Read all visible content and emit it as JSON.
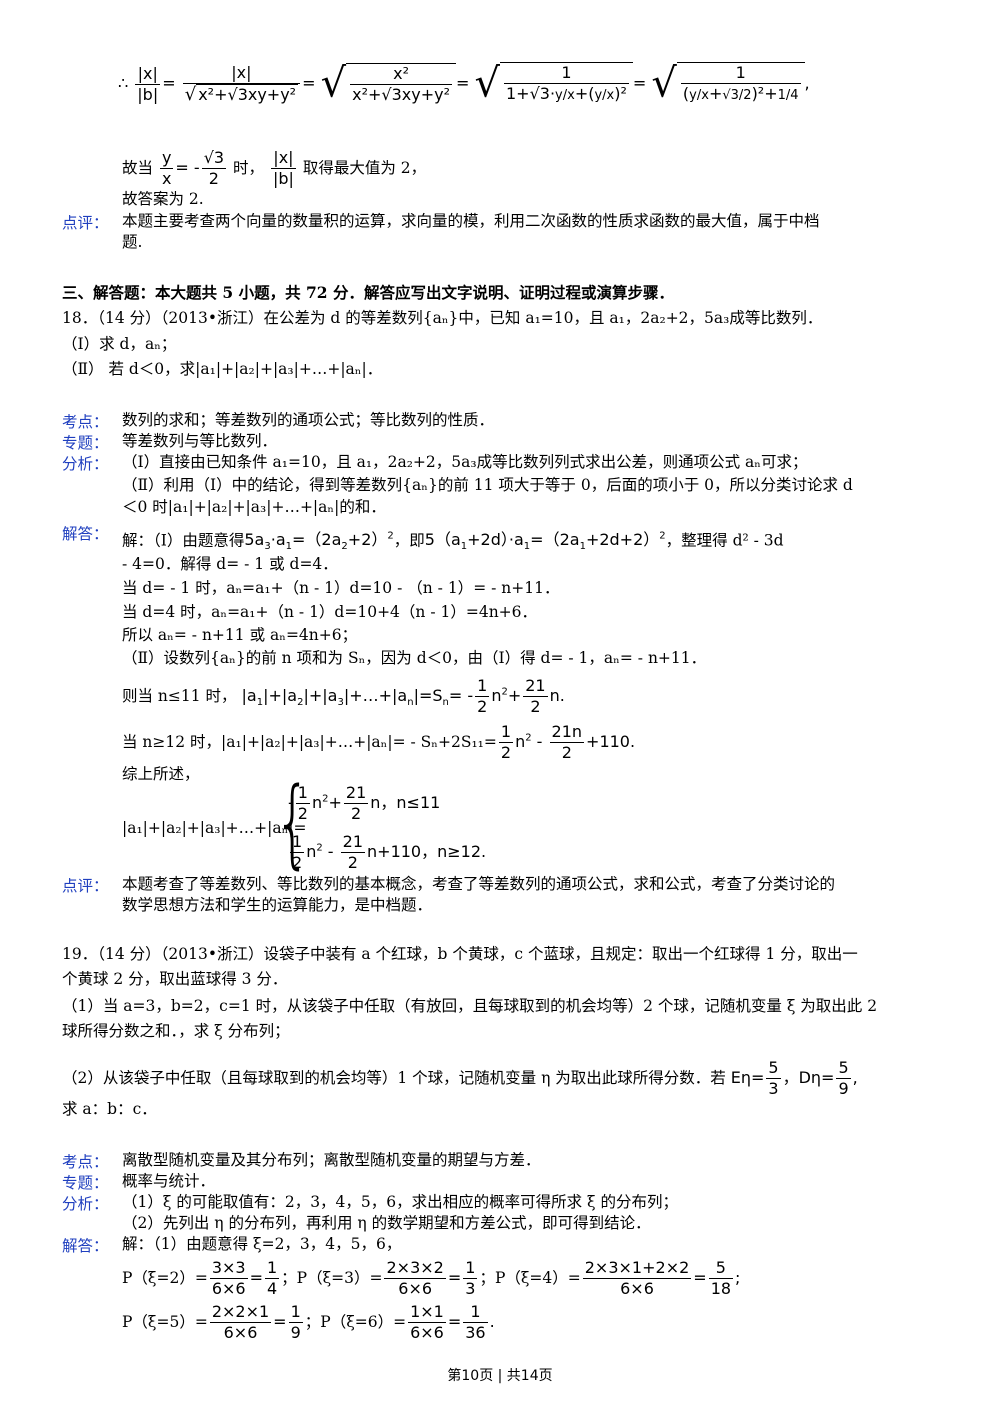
{
  "top": {
    "formula_prefix": "∴",
    "max_line": "故当",
    "max_line_mid": "时，",
    "max_line_end": "取得最大值为 2，",
    "answer_line": "故答案为 2."
  },
  "review17": {
    "label": "点评：",
    "line1": "本题主要考查两个向量的数量积的运算，求向量的模，利用二次函数的性质求函数的最大值，属于中档",
    "line2": "题."
  },
  "section3": "三、解答题：本大题共 5 小题，共 72 分．解答应写出文字说明、证明过程或演算步骤．",
  "q18": {
    "stem": "18．（14 分）（2013•浙江）在公差为 d 的等差数列{aₙ}中，已知 a₁=10，且 a₁，2a₂+2，5a₃成等比数列．",
    "part1": "（Ⅰ）求 d，aₙ；",
    "part2": "（Ⅱ） 若 d＜0，求|a₁|+|a₂|+|a₃|+…+|aₙ|．",
    "kd_label": "考点：",
    "kd": "数列的求和；等差数列的通项公式；等比数列的性质．",
    "zt_label": "专题：",
    "zt": "等差数列与等比数列．",
    "fx_label": "分析：",
    "fx1": "（Ⅰ）直接由已知条件 a₁=10，且 a₁，2a₂+2，5a₃成等比数列列式求出公差，则通项公式 aₙ可求；",
    "fx2": "（Ⅱ）利用（Ⅰ）中的结论，得到等差数列{aₙ}的前 11 项大于等于 0，后面的项小于 0，所以分类讨论求 d",
    "fx3": "＜0 时|a₁|+|a₂|+|a₃|+…+|aₙ|的和．",
    "jd_label": "解答：",
    "jd1a": "解：（Ⅰ）由题意得",
    "jd1b": "，即",
    "jd1c": "，整理得 d² - 3d",
    "jd2": "- 4=0．解得 d= - 1 或 d=4．",
    "jd3": "当 d= - 1 时，aₙ=a₁+（n - 1）d=10 - （n - 1）= - n+11．",
    "jd4": "当 d=4 时，aₙ=a₁+（n - 1）d=10+4（n - 1）=4n+6．",
    "jd5": "所以 aₙ= - n+11 或 aₙ=4n+6；",
    "jd6": "（Ⅱ）设数列{aₙ}的前 n 项和为 Sₙ，因为 d＜0，由（Ⅰ）得 d= - 1，aₙ= - n+11．",
    "jd7": "则当 n≤11 时，",
    "jd8": "当 n≥12 时，|a₁|+|a₂|+|a₃|+…+|aₙ|= - Sₙ+2S₁₁=",
    "jd9": "综上所述，",
    "jd10": "|a₁|+|a₂|+|a₃|+…+|aₙ|=",
    "case1_cond": "n≤11",
    "case2_cond": "n≥12",
    "py_label": "点评：",
    "py1": "本题考查了等差数列、等比数列的基本概念，考查了等差数列的通项公式，求和公式，考查了分类讨论的",
    "py2": "数学思想方法和学生的运算能力，是中档题．"
  },
  "q19": {
    "stem1": "19．（14 分）（2013•浙江）设袋子中装有 a 个红球，b 个黄球，c 个蓝球，且规定：取出一个红球得 1 分，取出一",
    "stem2": "个黄球 2 分，取出蓝球得 3 分．",
    "part1": "（1）当 a=3，b=2，c=1 时，从该袋子中任取（有放回，且每球取到的机会均等）2 个球，记随机变量 ξ 为取出此 2",
    "part1b": "球所得分数之和．，求 ξ 分布列；",
    "part2": "（2）从该袋子中任取（且每球取到的机会均等）1 个球，记随机变量 η 为取出此球所得分数．若",
    "part2b": "求 a：b：c．",
    "kd_label": "考点：",
    "kd": "离散型随机变量及其分布列；离散型随机变量的期望与方差．",
    "zt_label": "专题：",
    "zt": "概率与统计．",
    "fx_label": "分析：",
    "fx1": "（1）ξ 的可能取值有：2，3，4，5，6，求出相应的概率可得所求 ξ 的分布列；",
    "fx2": "（2）先列出 η 的分布列，再利用 η 的数学期望和方差公式，即可得到结论．",
    "jd_label": "解答：",
    "jd1": "解：（1）由题意得 ξ=2，3，4，5，6，",
    "p2": "P（ξ=2）=",
    "p3": "；P（ξ=3）=",
    "p4": "；P（ξ=4）=",
    "p5": "P（ξ=5）=",
    "p6": "；P（ξ=6）="
  },
  "footer": "第10页 | 共14页"
}
